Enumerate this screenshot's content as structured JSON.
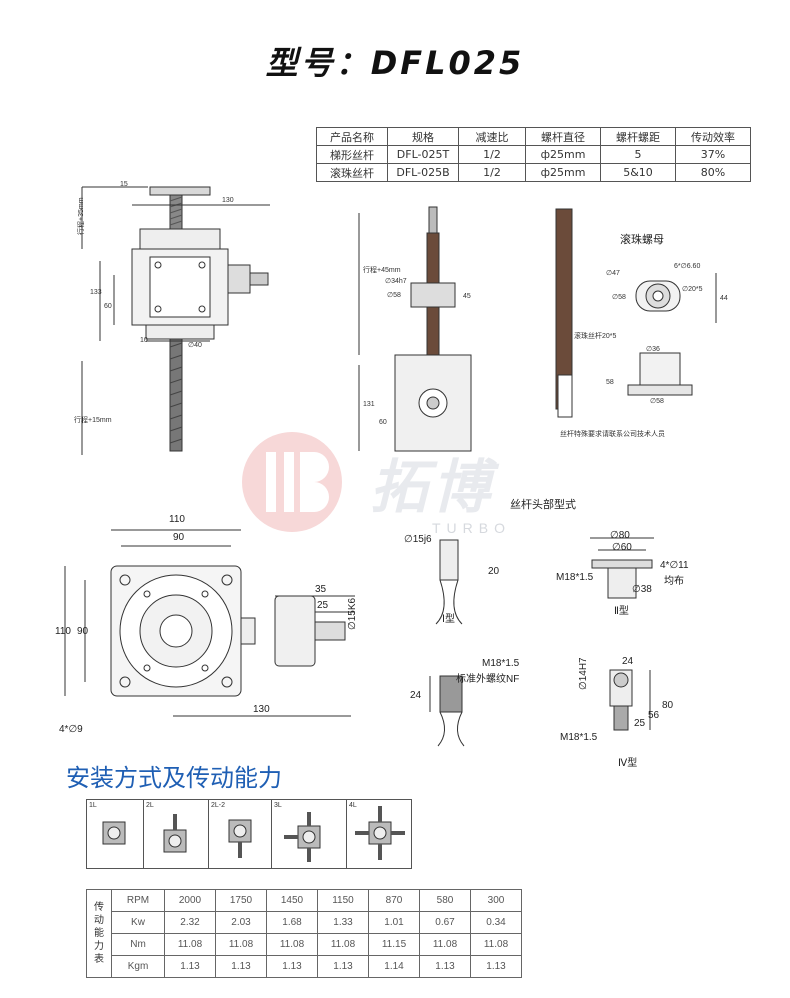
{
  "header": {
    "title": "型号：DFL025"
  },
  "spec_table": {
    "headers": [
      "产品名称",
      "规格",
      "减速比",
      "螺杆直径",
      "螺杆螺距",
      "传动效率"
    ],
    "rows": [
      [
        "梯形丝杆",
        "DFL-025T",
        "1/2",
        "ф25mm",
        "5",
        "37%"
      ],
      [
        "滚珠丝杆",
        "DFL-025B",
        "1/2",
        "ф25mm",
        "5&10",
        "80%"
      ]
    ]
  },
  "side_view": {
    "dims": {
      "top_stroke": "行程+35mm",
      "d15": "15",
      "w130": "130",
      "h133": "133",
      "h60": "60",
      "h10": "10",
      "d40": "∅40",
      "bottom_stroke": "行程+15mm"
    }
  },
  "ball_view": {
    "dims": {
      "stroke": "行程+45mm",
      "d34": "∅34h7",
      "d58": "∅58",
      "h45": "45",
      "h131": "131",
      "h60": "60"
    }
  },
  "ball_nut": {
    "title": "滚珠螺母",
    "screw_label": "滚珠丝杆20*5",
    "note": "丝杆特殊要求请联系公司技术人员",
    "dims": {
      "d47": "∅47",
      "holes": "6*∅6.60",
      "d20": "∅20*5",
      "d58": "∅58",
      "w44": "44",
      "d36": "∅36",
      "h58": "58",
      "d58b": "∅58"
    }
  },
  "watermark": {
    "brand": "拓博",
    "sub": "TURBO"
  },
  "top_view": {
    "dims": {
      "w110": "110",
      "w90": "90",
      "h110": "110",
      "h90": "90",
      "w35": "35",
      "w25": "25",
      "k6": "∅15K6",
      "w130": "130",
      "holes": "4*∅9"
    }
  },
  "screw_heads": {
    "title": "丝杆头部型式",
    "type1": {
      "name": "Ⅰ型",
      "d": "∅15j6",
      "h": "20"
    },
    "type2": {
      "name": "Ⅱ型",
      "d80": "∅80",
      "d60": "∅60",
      "holes": "4*∅11",
      "even": "均布",
      "m": "M18*1.5",
      "d38": "∅38"
    },
    "type3": {
      "m": "M18*1.5",
      "std": "标准外螺纹NF",
      "h": "24"
    },
    "type4": {
      "name": "Ⅳ型",
      "d": "∅14H7",
      "w": "24",
      "m": "M18*1.5",
      "h25": "25",
      "h56": "56",
      "h80": "80"
    }
  },
  "install": {
    "title": "安装方式及传动能力",
    "modes": [
      "1L",
      "2L",
      "2L-2",
      "3L",
      "4L"
    ]
  },
  "perf_table": {
    "side_label": "传动能力表",
    "rows": [
      [
        "RPM",
        "2000",
        "1750",
        "1450",
        "1150",
        "870",
        "580",
        "300"
      ],
      [
        "Kw",
        "2.32",
        "2.03",
        "1.68",
        "1.33",
        "1.01",
        "0.67",
        "0.34"
      ],
      [
        "Nm",
        "11.08",
        "11.08",
        "11.08",
        "11.08",
        "11.15",
        "11.08",
        "11.08"
      ],
      [
        "Kgm",
        "1.13",
        "1.13",
        "1.13",
        "1.13",
        "1.14",
        "1.13",
        "1.13"
      ]
    ]
  }
}
